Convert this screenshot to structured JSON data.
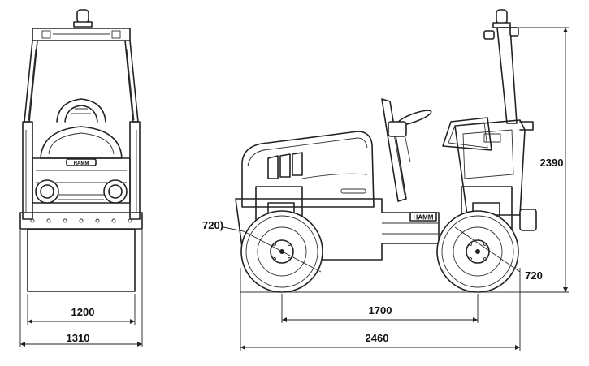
{
  "front_view": {
    "drum_width": "1200",
    "overall_width": "1310",
    "badge": "HAMM"
  },
  "side_view": {
    "wheelbase": "1700",
    "overall_length": "2460",
    "overall_height": "2390",
    "front_drum_dia": "720)",
    "rear_drum_dia": "720",
    "plate": "HAMM"
  }
}
